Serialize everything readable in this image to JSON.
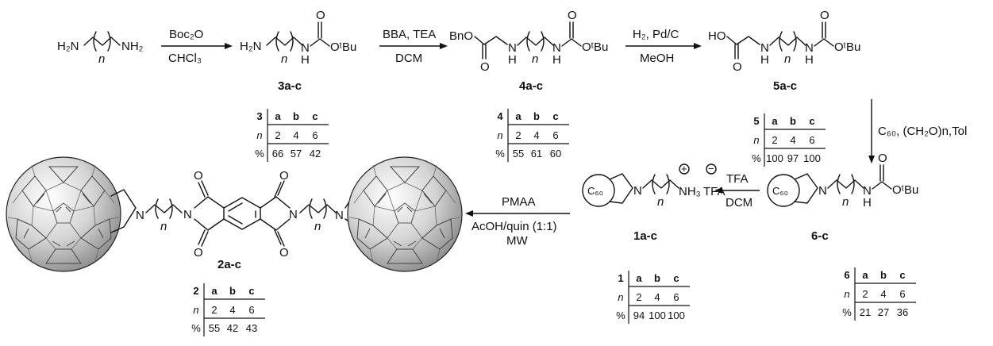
{
  "reactions": {
    "r1": {
      "above": "Boc₂O",
      "below": "CHCl₃"
    },
    "r2": {
      "above": "BBA, TEA",
      "below": "DCM"
    },
    "r3": {
      "above": "H₂, Pd/C",
      "below": "MeOH"
    },
    "r4": {
      "side": "C₆₀, (CH₂O)n,Tol"
    },
    "r5": {
      "above": "TFA",
      "below": "DCM"
    },
    "r6": {
      "above": "PMAA",
      "below1": "AcOH/quin (1:1)",
      "below2": "MW"
    }
  },
  "compounds": {
    "c3": "3a-c",
    "c4": "4a-c",
    "c5": "5a-c",
    "c6": "6-c",
    "c1": "1a-c",
    "c2": "2a-c"
  },
  "atoms": {
    "h2n": "H₂N",
    "nh2": "NH₂",
    "n": "n",
    "otbu": "OᵗBu",
    "o": "O",
    "h": "H",
    "nlbl": "N",
    "bno": "BnO",
    "ho": "HO",
    "c60": "C₆₀",
    "nh3": "NH₃",
    "tfa": "TFA",
    "plus": "+",
    "minus": "−"
  },
  "tables": {
    "t3": {
      "id": "3",
      "cols": [
        "a",
        "b",
        "c"
      ],
      "n_label": "n",
      "n": [
        "2",
        "4",
        "6"
      ],
      "pct_label": "%",
      "pct": [
        "66",
        "57",
        "42"
      ]
    },
    "t4": {
      "id": "4",
      "cols": [
        "a",
        "b",
        "c"
      ],
      "n_label": "n",
      "n": [
        "2",
        "4",
        "6"
      ],
      "pct_label": "%",
      "pct": [
        "55",
        "61",
        "60"
      ]
    },
    "t5": {
      "id": "5",
      "cols": [
        "a",
        "b",
        "c"
      ],
      "n_label": "n",
      "n": [
        "2",
        "4",
        "6"
      ],
      "pct_label": "%",
      "pct": [
        "100",
        "97",
        "100"
      ]
    },
    "t6": {
      "id": "6",
      "cols": [
        "a",
        "b",
        "c"
      ],
      "n_label": "n",
      "n": [
        "2",
        "4",
        "6"
      ],
      "pct_label": "%",
      "pct": [
        "21",
        "27",
        "36"
      ]
    },
    "t1": {
      "id": "1",
      "cols": [
        "a",
        "b",
        "c"
      ],
      "n_label": "n",
      "n": [
        "2",
        "4",
        "6"
      ],
      "pct_label": "%",
      "pct": [
        "94",
        "100",
        "100"
      ]
    },
    "t2": {
      "id": "2",
      "cols": [
        "a",
        "b",
        "c"
      ],
      "n_label": "n",
      "n": [
        "2",
        "4",
        "6"
      ],
      "pct_label": "%",
      "pct": [
        "55",
        "42",
        "43"
      ]
    }
  }
}
